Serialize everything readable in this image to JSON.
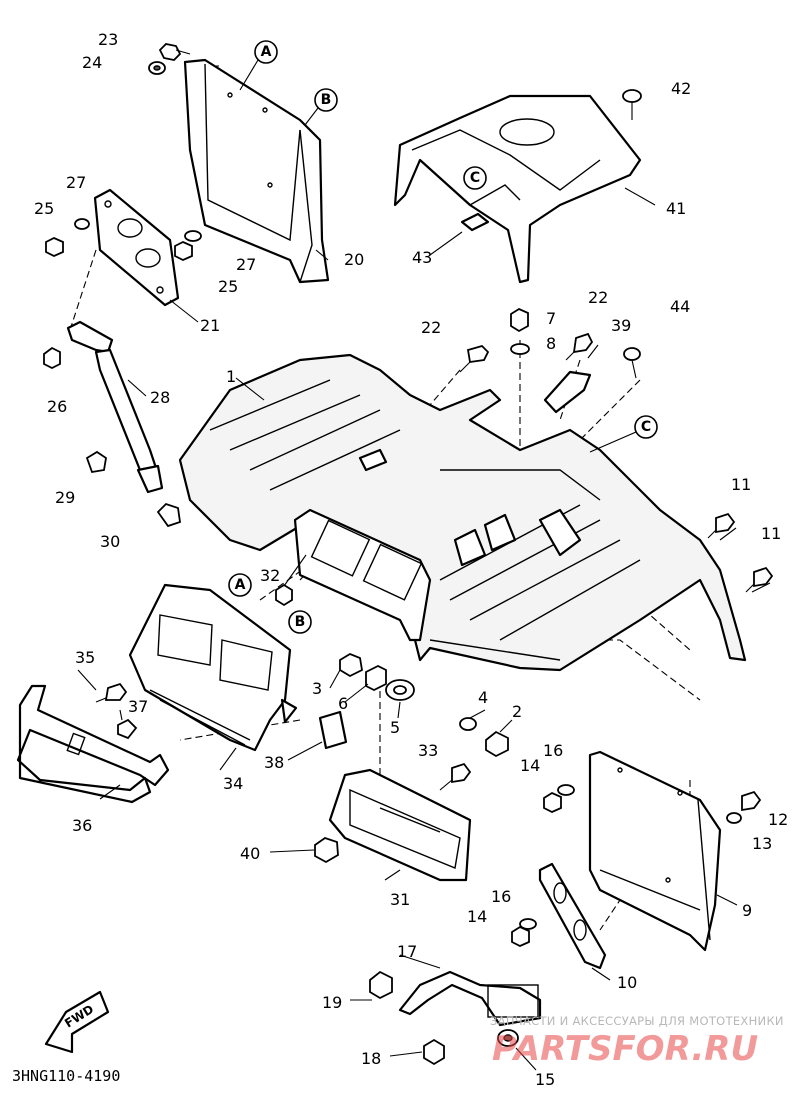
{
  "diagram": {
    "part_numbers": [
      "1",
      "2",
      "3",
      "4",
      "5",
      "6",
      "7",
      "8",
      "9",
      "10",
      "11",
      "11",
      "12",
      "13",
      "14",
      "14",
      "15",
      "16",
      "16",
      "17",
      "18",
      "19",
      "20",
      "21",
      "22",
      "22",
      "23",
      "24",
      "25",
      "25",
      "26",
      "27",
      "27",
      "28",
      "29",
      "30",
      "31",
      "32",
      "33",
      "34",
      "35",
      "36",
      "37",
      "38",
      "39",
      "40",
      "41",
      "42",
      "43",
      "44"
    ],
    "reference_marks": [
      "A",
      "A",
      "B",
      "B",
      "C",
      "C"
    ],
    "direction_label": "FWD",
    "drawing_code": "3HNG110-4190"
  },
  "watermark": {
    "subtitle": "ЗАПЧАСТИ И АКСЕССУАРЫ ДЛЯ МОТОТЕХНИКИ",
    "brand": "PARTSFOR.RU",
    "brand_color": "#e84646"
  }
}
